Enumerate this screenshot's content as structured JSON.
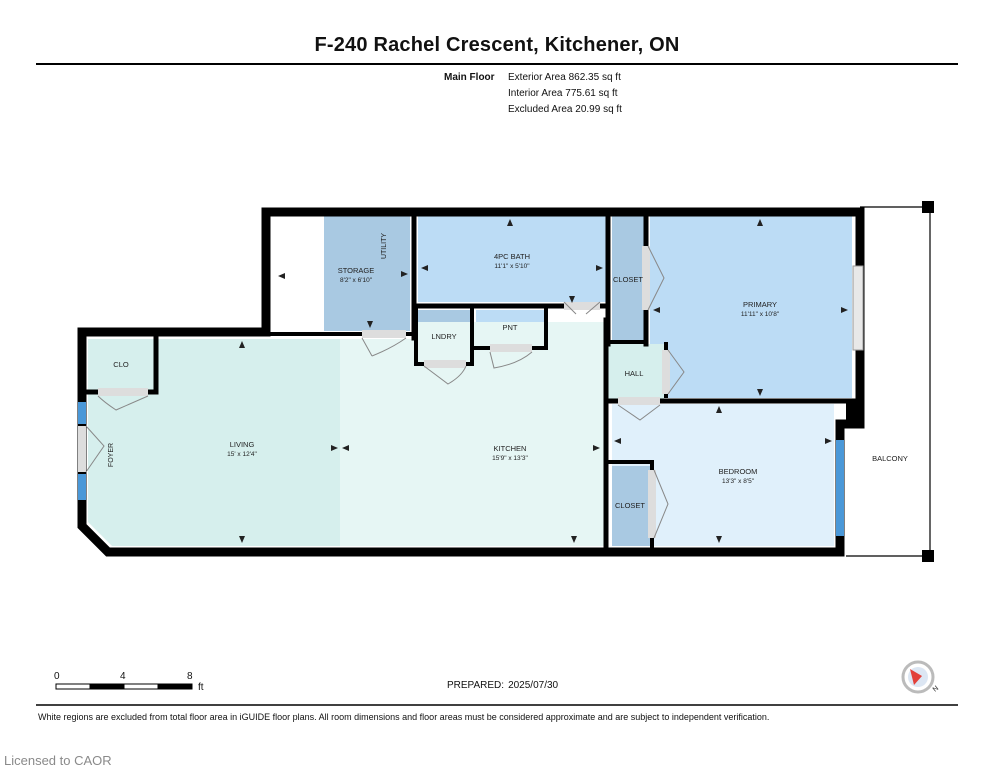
{
  "title": "F-240 Rachel Crescent, Kitchener, ON",
  "areas": {
    "floor_label": "Main Floor",
    "exterior": "Exterior Area 862.35 sq ft",
    "interior": "Interior Area 775.61 sq ft",
    "excluded": "Excluded Area 20.99 sq ft"
  },
  "rooms": {
    "storage": {
      "name": "STORAGE",
      "dims": "8'2\" x 6'10\""
    },
    "utility": {
      "name": "UTILITY"
    },
    "bath": {
      "name": "4PC BATH",
      "dims": "11'1\" x 5'10\""
    },
    "closet1": {
      "name": "CLOSET"
    },
    "primary": {
      "name": "PRIMARY",
      "dims": "11'11\" x 10'8\""
    },
    "clo": {
      "name": "CLO"
    },
    "lndry": {
      "name": "LNDRY"
    },
    "pnt": {
      "name": "PNT"
    },
    "hall": {
      "name": "HALL"
    },
    "living": {
      "name": "LIVING",
      "dims": "15' x 12'4\""
    },
    "foyer": {
      "name": "FOYER"
    },
    "kitchen": {
      "name": "KITCHEN",
      "dims": "15'9\" x 13'3\""
    },
    "bedroom": {
      "name": "BEDROOM",
      "dims": "13'3\" x 8'5\""
    },
    "closet2": {
      "name": "CLOSET"
    },
    "balcony": {
      "name": "BALCONY"
    }
  },
  "scale": {
    "labels": [
      "0",
      "4",
      "8"
    ],
    "unit": "ft"
  },
  "prepared": {
    "label": "PREPARED:",
    "date": "2025/07/30"
  },
  "compass": {
    "label": "N"
  },
  "colors": {
    "wall": "#000000",
    "blue_room": "#bcdcf5",
    "storage": "#a9c9e2",
    "mint": "#d6efed",
    "mint_light": "#e6f6f4",
    "window": "#4a98d8",
    "door": "#aaaaaa"
  },
  "disclaimer": "White regions are excluded from total floor area in iGUIDE floor plans. All room dimensions and floor areas must be considered approximate and are subject to independent verification.",
  "watermark": "Licensed to CAOR"
}
